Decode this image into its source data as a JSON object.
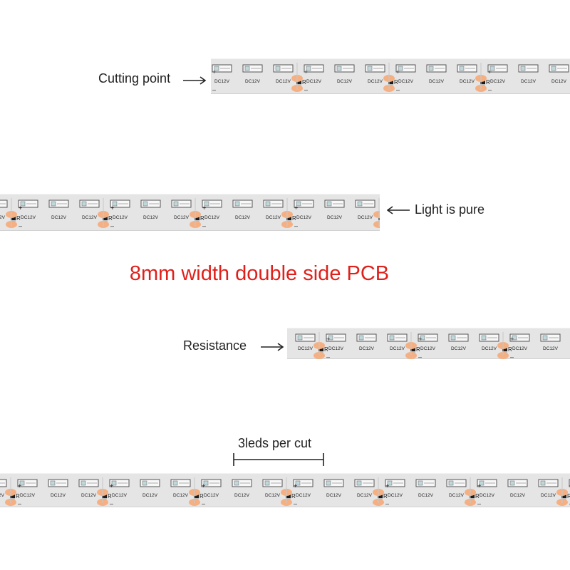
{
  "title": "8mm width double side PCB",
  "colors": {
    "title": "#e0201a",
    "pad": "#f4b083",
    "strip": "#e5e5e5",
    "ink": "#222222"
  },
  "annotations": {
    "cutting_point": "Cutting point",
    "light_pure": "Light is pure",
    "resistance": "Resistance",
    "leds_per_cut": "3leds per cut"
  },
  "pcb": {
    "voltage": "DC12V",
    "resistor_mark": "R",
    "plus": "+",
    "minus": "–"
  },
  "icons": [
    "arrow-right-icon",
    "arrow-left-icon",
    "dimension-bracket-icon",
    "led-chip-icon",
    "resistor-icon",
    "solder-pad-icon"
  ]
}
